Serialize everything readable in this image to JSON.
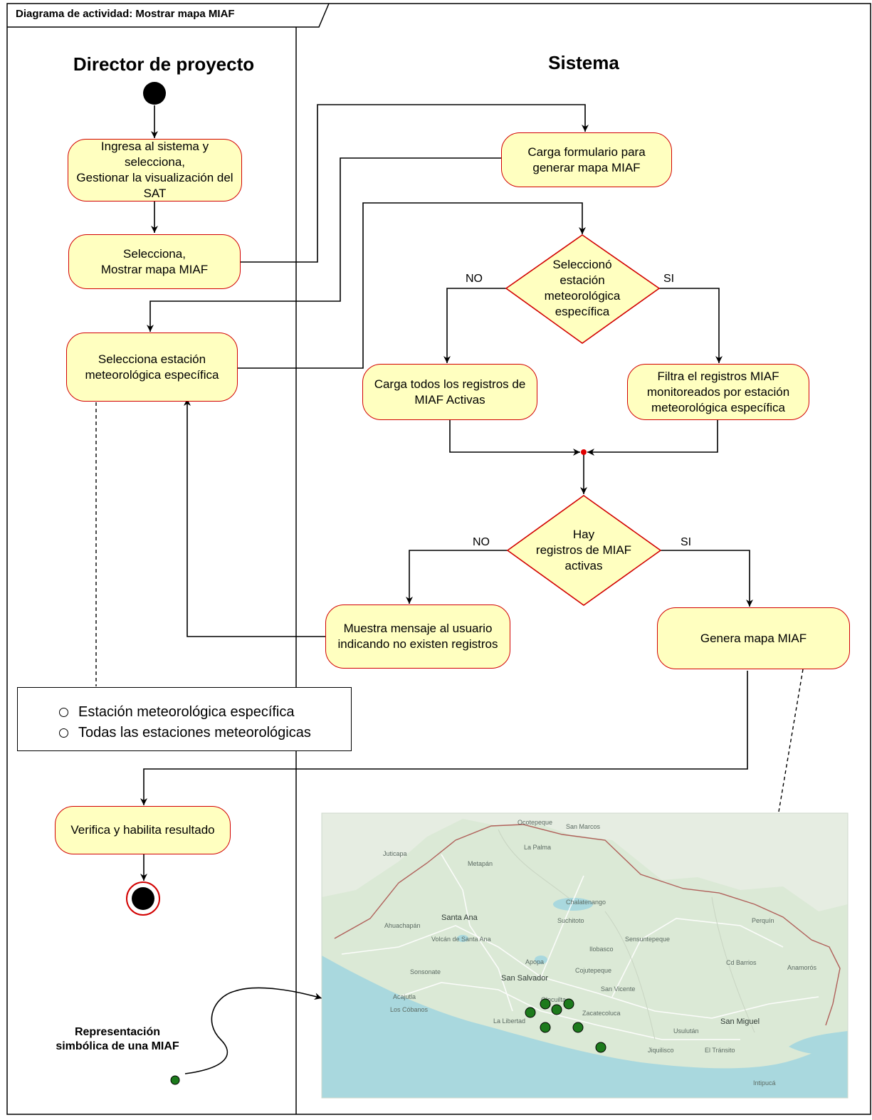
{
  "diagram": {
    "frame_title": "Diagrama de actividad: Mostrar mapa MIAF",
    "lanes": {
      "left": "Director de proyecto",
      "right": "Sistema"
    },
    "activities": {
      "ingresa": "Ingresa al sistema y\nselecciona,\nGestionar la visualización del\nSAT",
      "selecciona_mostrar": "Selecciona,\nMostrar mapa MIAF",
      "selecciona_estacion": "Selecciona estación\nmeteorológica específica",
      "carga_formulario": "Carga formulario para\ngenerar mapa MIAF",
      "carga_todos": "Carga todos los registros de\nMIAF Activas",
      "filtra": "Filtra el registros MIAF\nmonitoreados por estación\nmeteorológica específica",
      "muestra_mensaje": "Muestra mensaje al usuario\nindicando no existen registros",
      "genera_mapa": "Genera mapa MIAF",
      "verifica": "Verifica y habilita resultado"
    },
    "decisions": {
      "d1": "Seleccionó\nestación\nmeteorológica\nespecífica",
      "d2": "Hay\nregistros de MIAF\nactivas"
    },
    "guards": {
      "d1_no": "NO",
      "d1_si": "SI",
      "d2_no": "NO",
      "d2_si": "SI"
    },
    "note_options": [
      "Estación meteorológica específica",
      "Todas las estaciones meteorológicas"
    ],
    "legend": "Representación\nsimbólica de una MIAF",
    "colors": {
      "activity_fill": "#ffffc0",
      "activity_border": "#d20000",
      "start_node": "#000000",
      "end_ring": "#d20000",
      "miaf_marker": "#1c7a1c"
    },
    "map": {
      "place_labels": [
        "San Salvador",
        "Santa Ana",
        "San Miguel",
        "Metapán",
        "Ahuachapán",
        "Sonsonate",
        "La Libertad",
        "Zacatecoluca",
        "San Vicente",
        "Usulután",
        "Chalatenango",
        "Ilobasco",
        "Sensuntepeque",
        "Cojutepeque",
        "Suchitoto",
        "Apopa",
        "Acajutla",
        "La Palma",
        "San Marcos",
        "Ocotepeque",
        "Juticapa",
        "Intipucá",
        "Anamorós",
        "Cd Barrios",
        "Perquín",
        "Volcán de Santa Ana",
        "Los Cóbanos",
        "Olocuilta",
        "Jiquilisco",
        "El Tránsito"
      ],
      "miaf_point_count": 7
    }
  }
}
